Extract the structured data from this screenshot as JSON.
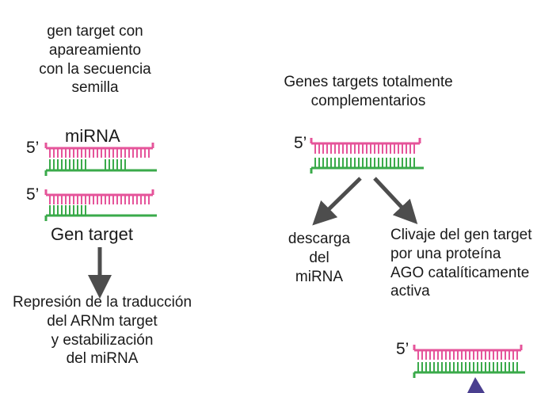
{
  "labels": {
    "left_heading": [
      "gen target con",
      "apareamiento",
      "con la secuencia",
      "semilla"
    ],
    "right_heading": [
      "Genes targets totalmente",
      "complementarios"
    ],
    "mirna": "miRNA",
    "gen_target": "Gen target",
    "five_prime": "5’",
    "represion": [
      "Represión de la traducción",
      "del ARNm target",
      "y estabilización",
      "del miRNA"
    ],
    "descarga": [
      "descarga",
      "del",
      "miRNA"
    ],
    "clivaje": [
      "Clivaje del gen target",
      "por una proteína",
      "AGO catalíticamente",
      "activa"
    ]
  },
  "colors": {
    "mirna_strand": "#e5549a",
    "target_strand": "#3aaa4a",
    "arrow": "#4d4d4d",
    "cleavage_marker": "#4a3f8f"
  }
}
